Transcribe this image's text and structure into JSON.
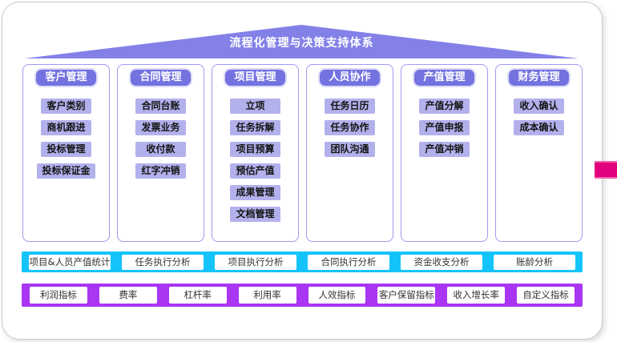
{
  "title": "流程化管理与决策支持体系",
  "colors": {
    "roof": "#8381E8",
    "pill": "#7472E0",
    "pill-ring": "#DCDBF8",
    "item-bg": "#B3B1EC",
    "col-border": "#9D9BF2",
    "bar-cyan": "#15C3FB",
    "bar-violet": "#A936F2",
    "pink-tab": "#E3007F",
    "card-border": "#C9C9C9"
  },
  "columns": [
    {
      "header": "客户管理",
      "items": [
        "客户类别",
        "商机跟进",
        "投标管理",
        "投标保证金"
      ]
    },
    {
      "header": "合同管理",
      "items": [
        "合同台账",
        "发票业务",
        "收付款",
        "红字冲销"
      ]
    },
    {
      "header": "项目管理",
      "items": [
        "立项",
        "任务拆解",
        "项目预算",
        "预估产值",
        "成果管理",
        "文档管理"
      ]
    },
    {
      "header": "人员协作",
      "items": [
        "任务日历",
        "任务协作",
        "团队沟通"
      ]
    },
    {
      "header": "产值管理",
      "items": [
        "产值分解",
        "产值申报",
        "产值冲销"
      ]
    },
    {
      "header": "财务管理",
      "items": [
        "收入确认",
        "成本确认"
      ]
    }
  ],
  "analysis_bar": {
    "items": [
      "项目&人员产值统计",
      "任务执行分析",
      "项目执行分析",
      "合同执行分析",
      "资金收支分析",
      "账龄分析"
    ]
  },
  "indicator_bar": {
    "items": [
      "利润指标",
      "费率",
      "杠杆率",
      "利用率",
      "人效指标",
      "客户保留指标",
      "收入增长率",
      "自定义指标"
    ]
  }
}
